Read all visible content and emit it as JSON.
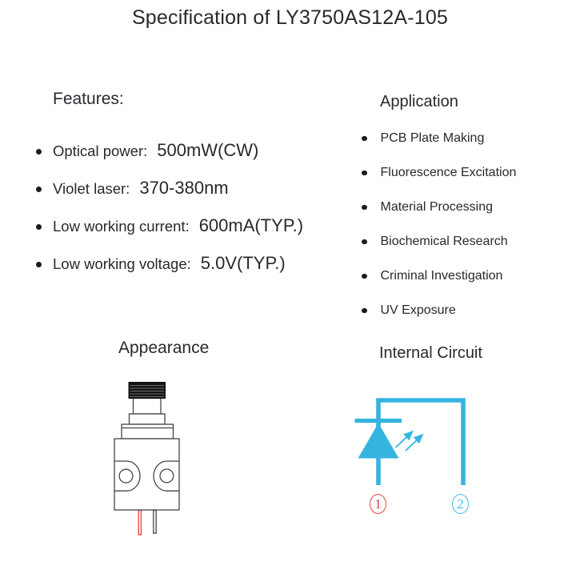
{
  "title": "Specification of LY3750AS12A-105",
  "features": {
    "heading": "Features:",
    "items": [
      {
        "label": "Optical power:",
        "value": "500mW(CW)"
      },
      {
        "label": "Violet laser:",
        "value": "370-380nm"
      },
      {
        "label": "Low working current:",
        "value": "600mA(TYP.)"
      },
      {
        "label": "Low working voltage:",
        "value": "5.0V(TYP.)"
      }
    ]
  },
  "application": {
    "heading": "Application",
    "items": [
      "PCB Plate Making",
      "Fluorescence Excitation",
      "Material Processing",
      "Biochemical Research",
      "Criminal Investigation",
      "UV Exposure"
    ]
  },
  "appearance": {
    "heading": "Appearance"
  },
  "internal_circuit": {
    "heading": "Internal Circuit",
    "pins": [
      {
        "number": "1",
        "meaning": "anode terminal",
        "color": "#e8413e"
      },
      {
        "number": "2",
        "meaning": "cathode terminal",
        "color": "#45bfe8"
      }
    ]
  },
  "colors": {
    "text": "#29282e",
    "circuit": "#35b4e0",
    "pin1": "#e8413e",
    "pin2": "#45bfe8",
    "lead-red": "#e8413e",
    "line": "#454545",
    "cap": "#141414"
  }
}
